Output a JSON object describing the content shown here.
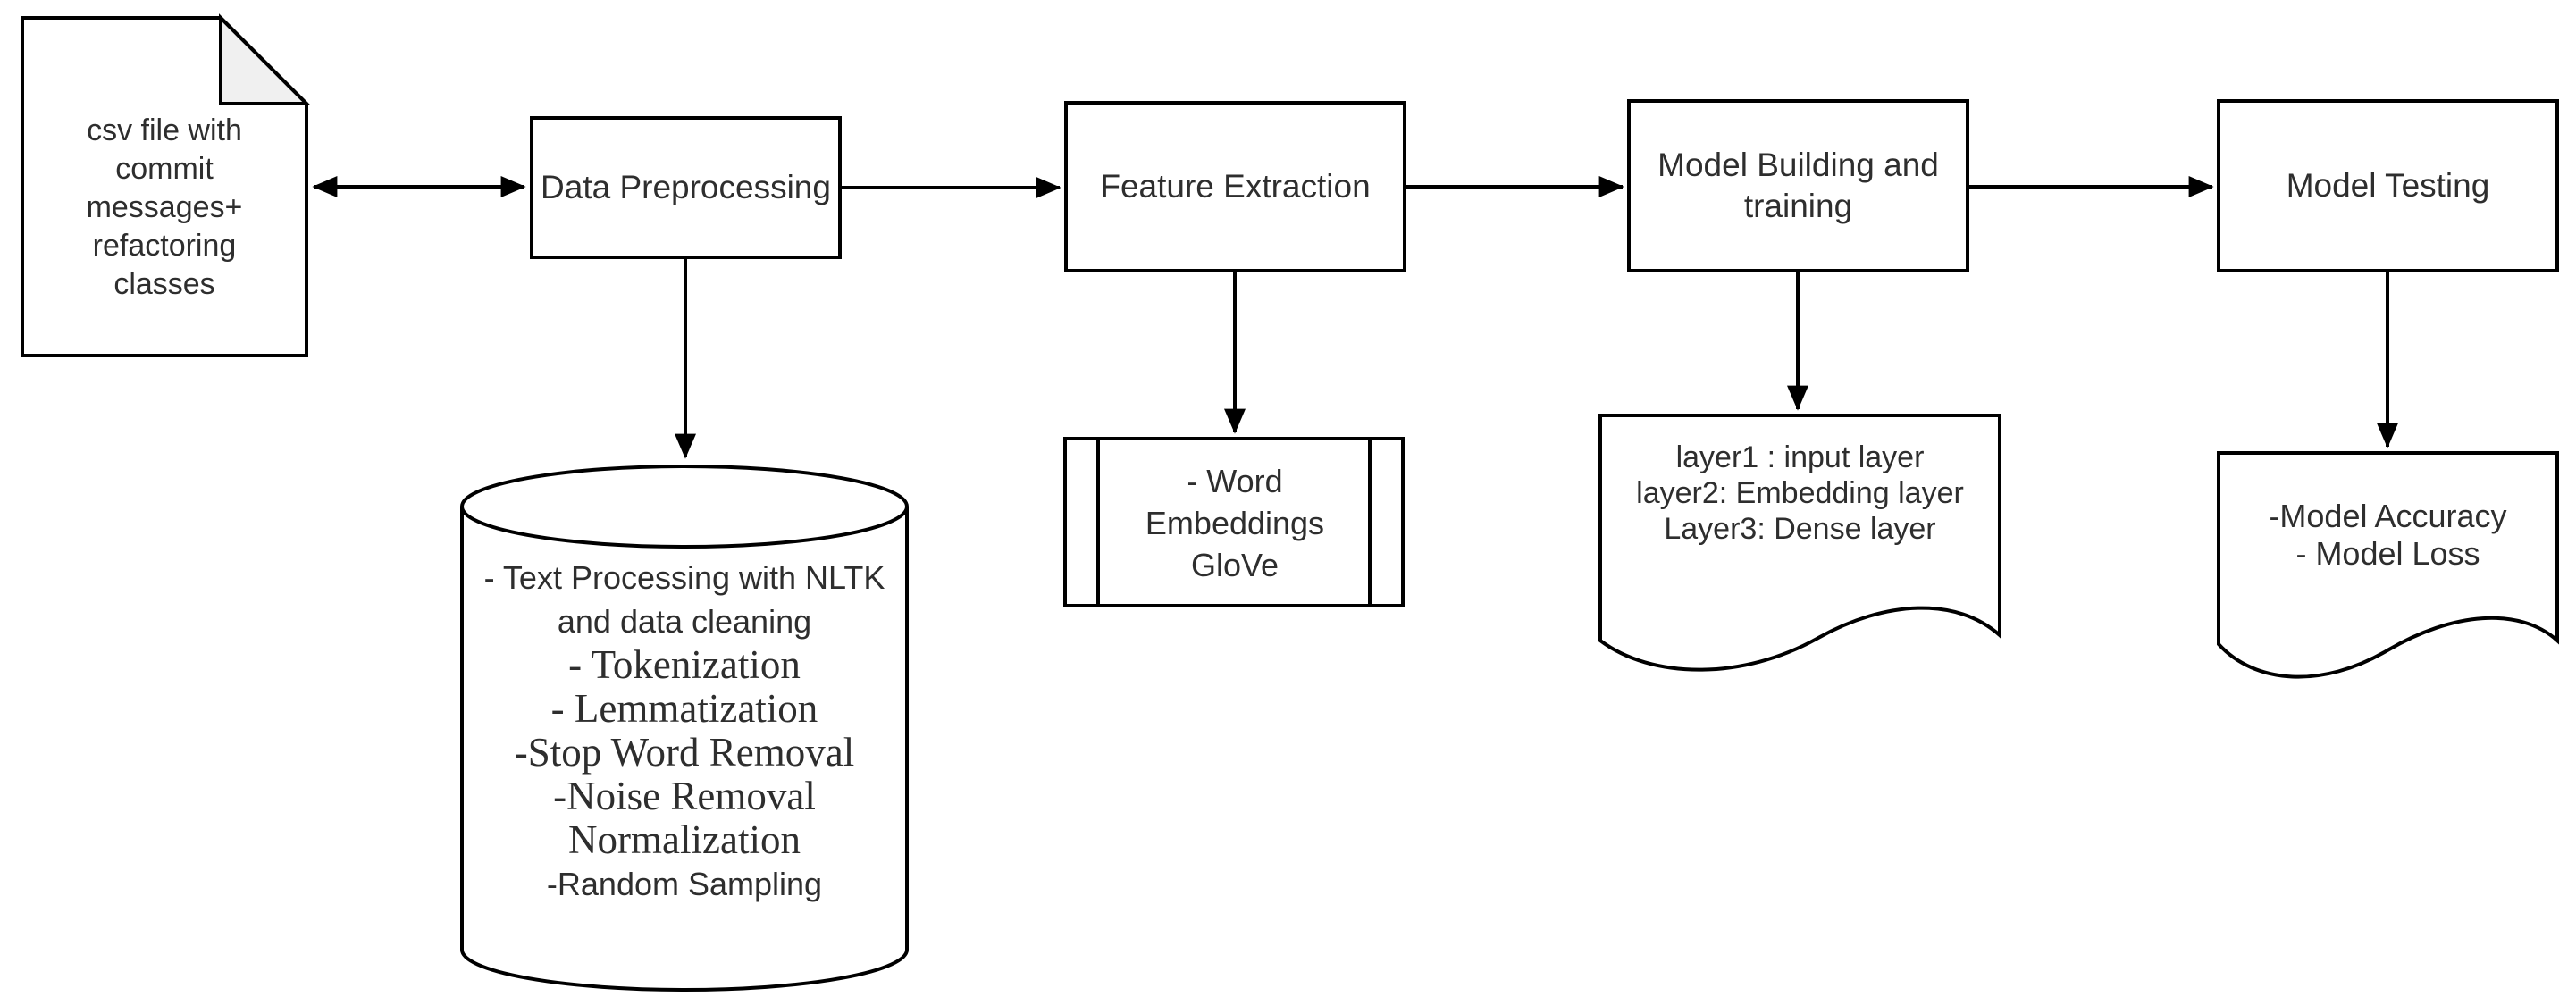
{
  "diagram": {
    "title_hint": "NLP commit-message classification pipeline flowchart",
    "colors": {
      "stroke": "#000000",
      "shape_fill": "#ffffff",
      "fold_fill": "#f0f0f0",
      "text": "#2e2e2e"
    },
    "csv_file": {
      "lines": [
        "csv file with",
        "commit",
        "messages+",
        "refactoring",
        "classes"
      ]
    },
    "data_preprocessing": {
      "label": "Data Preprocessing"
    },
    "feature_extraction": {
      "label": "Feature Extraction"
    },
    "model_building": {
      "lines": [
        "Model Building and",
        "training"
      ]
    },
    "model_testing": {
      "label": "Model Testing"
    },
    "preprocessing_details_db": {
      "lines": [
        "- Text Processing with NLTK",
        "and data cleaning",
        "- Tokenization",
        "- Lemmatization",
        "-Stop Word Removal",
        "-Noise Removal",
        "Normalization",
        "-Random Sampling"
      ]
    },
    "word_embeddings": {
      "lines": [
        "- Word",
        "Embeddings",
        "GloVe"
      ]
    },
    "model_layers": {
      "lines": [
        "layer1 : input layer",
        "layer2: Embedding layer",
        "Layer3: Dense layer"
      ]
    },
    "model_results": {
      "lines": [
        "-Model Accuracy",
        "- Model Loss"
      ]
    }
  }
}
